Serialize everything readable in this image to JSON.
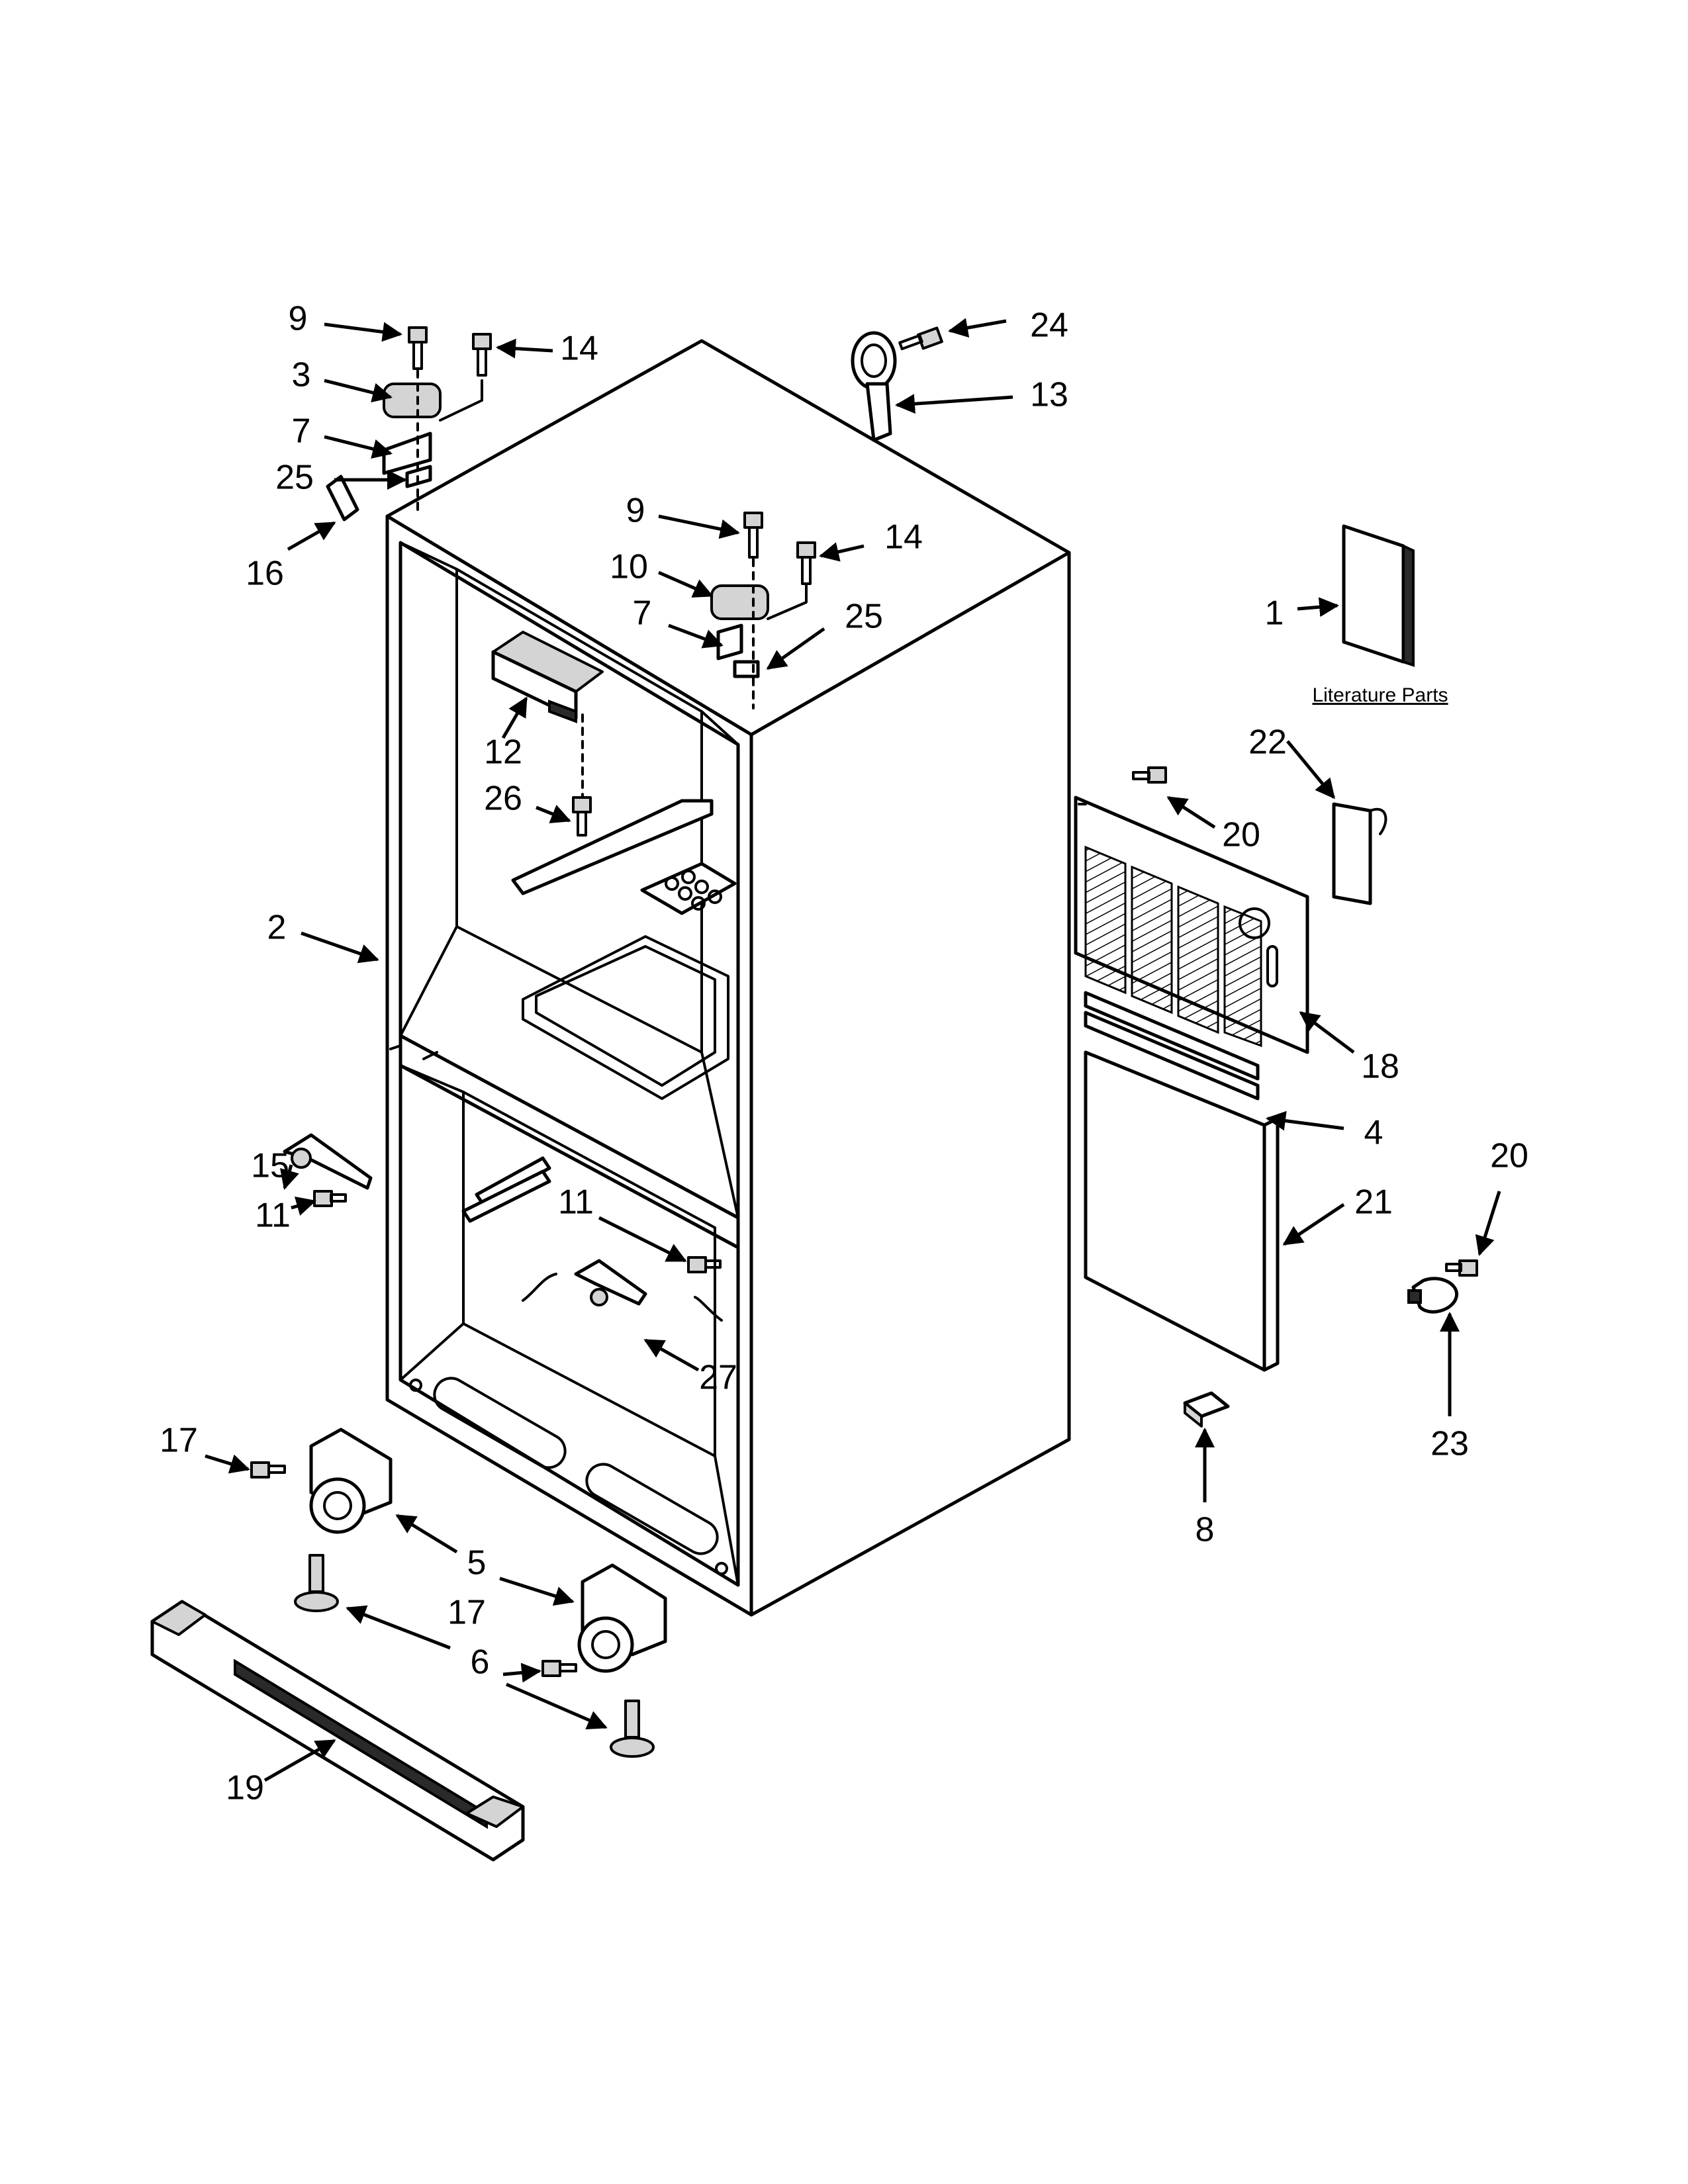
{
  "literature_label": "Literature Parts",
  "callouts": {
    "c1": "1",
    "c2": "2",
    "c3": "3",
    "c4": "4",
    "c5": "5",
    "c6": "6",
    "c7a": "7",
    "c7b": "7",
    "c8": "8",
    "c9a": "9",
    "c9b": "9",
    "c10": "10",
    "c11a": "11",
    "c11b": "11",
    "c12": "12",
    "c13": "13",
    "c14a": "14",
    "c14b": "14",
    "c15": "15",
    "c16": "16",
    "c17a": "17",
    "c17b": "17",
    "c18": "18",
    "c19": "19",
    "c20a": "20",
    "c20b": "20",
    "c21": "21",
    "c22": "22",
    "c23": "23",
    "c24": "24",
    "c25a": "25",
    "c25b": "25",
    "c26": "26",
    "c27": "27"
  },
  "icons": [
    "hinge-icon",
    "screw-icon",
    "bolt-icon",
    "roller-icon",
    "leveling-leg-icon",
    "grille-icon",
    "bracket-icon",
    "clip-icon",
    "clamp-icon",
    "manual-icon"
  ]
}
